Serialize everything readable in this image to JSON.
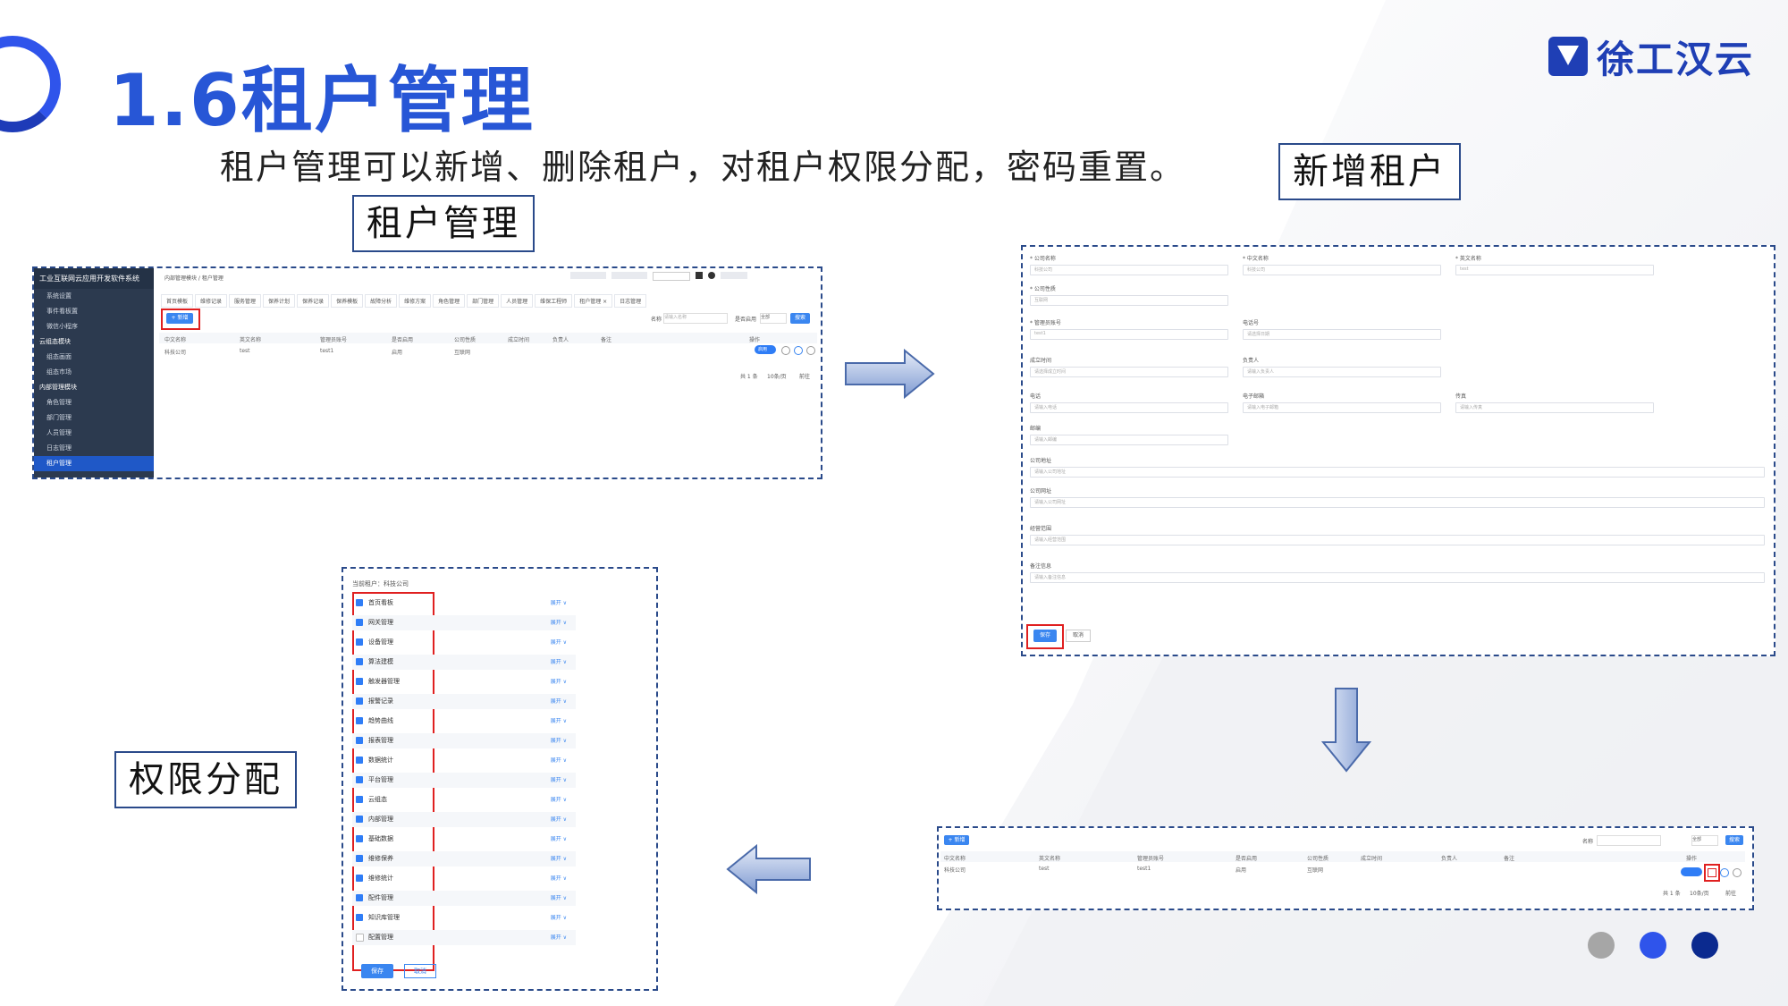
{
  "slide": {
    "title": "1.6租户管理",
    "subtitle": "租户管理可以新增、删除租户，对租户权限分配，密码重置。",
    "logo_text": "徐工汉云",
    "labels": {
      "tenant_mgmt": "租户管理",
      "add_tenant": "新增租户",
      "perm_assign": "权限分配"
    },
    "colors": {
      "accent": "#2756d6",
      "dash_border": "#2a4a8a",
      "highlight": "#e02020"
    },
    "dots": [
      "#a6a6a6",
      "#2f54eb",
      "#0b2a8f"
    ]
  },
  "shot1": {
    "app_title": "工业互联网云应用开发软件系统",
    "sidebar": [
      "系统设置",
      "事件看板置",
      "微信小程序",
      "云组态模块",
      "组态画面",
      "组态市场",
      "内部管理模块",
      "角色管理",
      "部门管理",
      "人员管理",
      "日志管理",
      "租户管理"
    ],
    "breadcrumb": "内部管理模块 / 租户管理",
    "tabs": [
      "首页模板",
      "维修记录",
      "服务管理",
      "保养计划",
      "保养记录",
      "保养模板",
      "故障分析",
      "维修方案",
      "角色管理",
      "部门管理",
      "人员管理",
      "维保工程师",
      "租户管理 ×",
      "日志管理"
    ],
    "add_button": "+ 新增",
    "search_label": "名称",
    "search_placeholder": "请输入名称",
    "status_label": "是否启用",
    "status_value": "全部",
    "search_button": "搜索",
    "columns": [
      "中文名称",
      "英文名称",
      "管理员账号",
      "是否启用",
      "公司性质",
      "成立时间",
      "负责人",
      "备注",
      "操作"
    ],
    "row": [
      "科技公司",
      "test",
      "test1",
      "启用",
      "互联网",
      "",
      "",
      ""
    ],
    "toggle_label": "启用",
    "pagination": "共 1 条",
    "page_size": "10条/页",
    "goto": "前往"
  },
  "shot2": {
    "fields": [
      {
        "label": "* 公司名称",
        "value": "科技公司"
      },
      {
        "label": "* 中文名称",
        "value": "科技公司"
      },
      {
        "label": "* 英文名称",
        "value": "test"
      },
      {
        "label": "* 公司性质",
        "value": "互联网"
      },
      {
        "label": "* 管理员账号",
        "value": "test1"
      },
      {
        "label": "电话号",
        "value": "请选择日期"
      },
      {
        "label": "成立时间",
        "value": "请选择成立时间"
      },
      {
        "label": "负责人",
        "value": "请输入负责人"
      },
      {
        "label": "电话",
        "value": "请输入电话"
      },
      {
        "label": "电子邮箱",
        "value": "请输入电子邮箱"
      },
      {
        "label": "传真",
        "value": "请输入传真"
      },
      {
        "label": "邮编",
        "value": "请输入邮编"
      },
      {
        "label": "公司地址",
        "value": "请输入公司地址"
      },
      {
        "label": "公司网址",
        "value": "请输入公司网址"
      },
      {
        "label": "经营范围",
        "value": "请输入经营范围"
      },
      {
        "label": "备注信息",
        "value": "请输入备注信息"
      }
    ],
    "save_button": "保存",
    "cancel_button": "取消"
  },
  "shot3": {
    "add_button": "+ 新增",
    "columns": [
      "中文名称",
      "英文名称",
      "管理员账号",
      "是否启用",
      "公司性质",
      "成立时间",
      "负责人",
      "备注",
      "操作"
    ],
    "row": [
      "科技公司",
      "test",
      "test1",
      "启用",
      "互联网"
    ],
    "search_label": "名称",
    "status_value": "全部",
    "search_button": "搜索",
    "pagination": "共 1 条",
    "page_size": "10条/页",
    "goto": "前往"
  },
  "shot4": {
    "current_tenant": "当前租户：科技公司",
    "permissions": [
      {
        "name": "首页看板",
        "checked": true
      },
      {
        "name": "网关管理",
        "checked": true
      },
      {
        "name": "设备管理",
        "checked": true
      },
      {
        "name": "算法建模",
        "checked": true
      },
      {
        "name": "触发器管理",
        "checked": true
      },
      {
        "name": "报警记录",
        "checked": true
      },
      {
        "name": "趋势曲线",
        "checked": true
      },
      {
        "name": "报表管理",
        "checked": true
      },
      {
        "name": "数据统计",
        "checked": true
      },
      {
        "name": "平台管理",
        "checked": true
      },
      {
        "name": "云组态",
        "checked": true
      },
      {
        "name": "内部管理",
        "checked": true
      },
      {
        "name": "基础数据",
        "checked": true
      },
      {
        "name": "维修保养",
        "checked": true
      },
      {
        "name": "维修统计",
        "checked": true
      },
      {
        "name": "配件管理",
        "checked": true
      },
      {
        "name": "知识库管理",
        "checked": true
      },
      {
        "name": "配置管理",
        "checked": false
      }
    ],
    "expand_label": "展开 ∨",
    "save_button": "保存",
    "cancel_button": "取消"
  }
}
